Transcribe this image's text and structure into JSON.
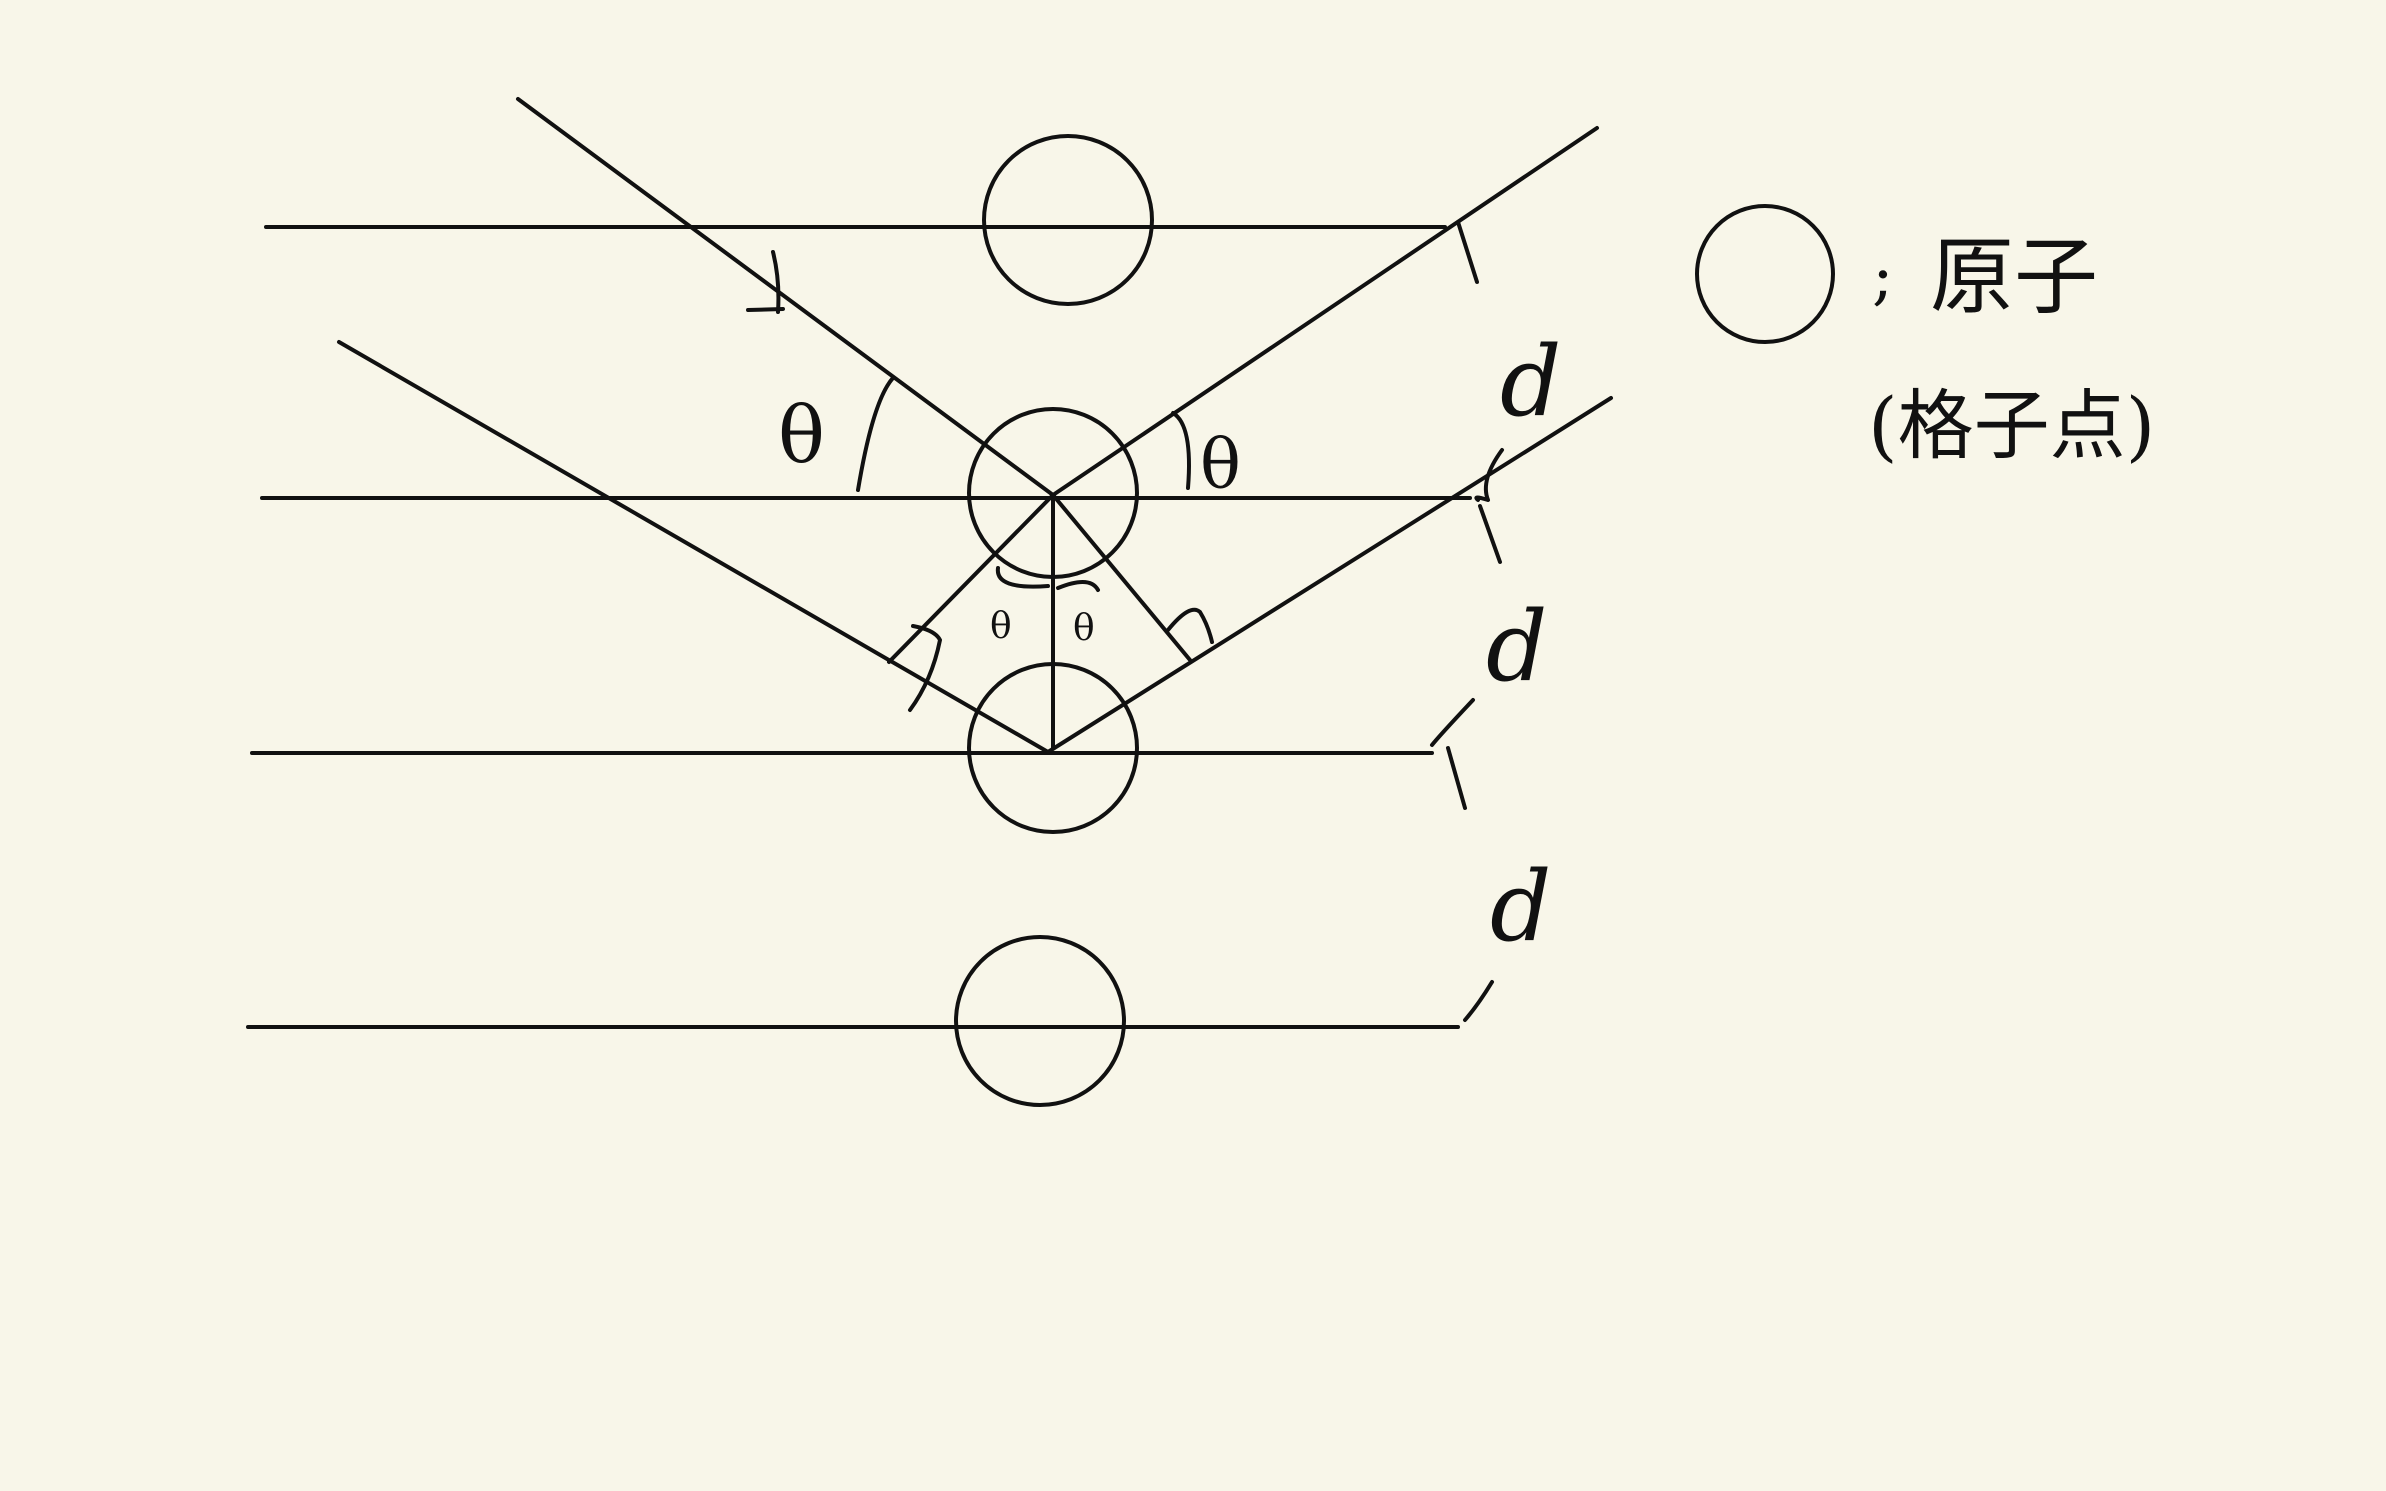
{
  "diagram": {
    "angle_label": "θ",
    "spacing_label": "d",
    "perpendicular_mark": "⊥"
  },
  "legend": {
    "separator": ";",
    "atom_label": "原子",
    "lattice_point_label": "(格子点)"
  },
  "colors": {
    "background": "#f8f6e9",
    "ink": "#111111"
  }
}
